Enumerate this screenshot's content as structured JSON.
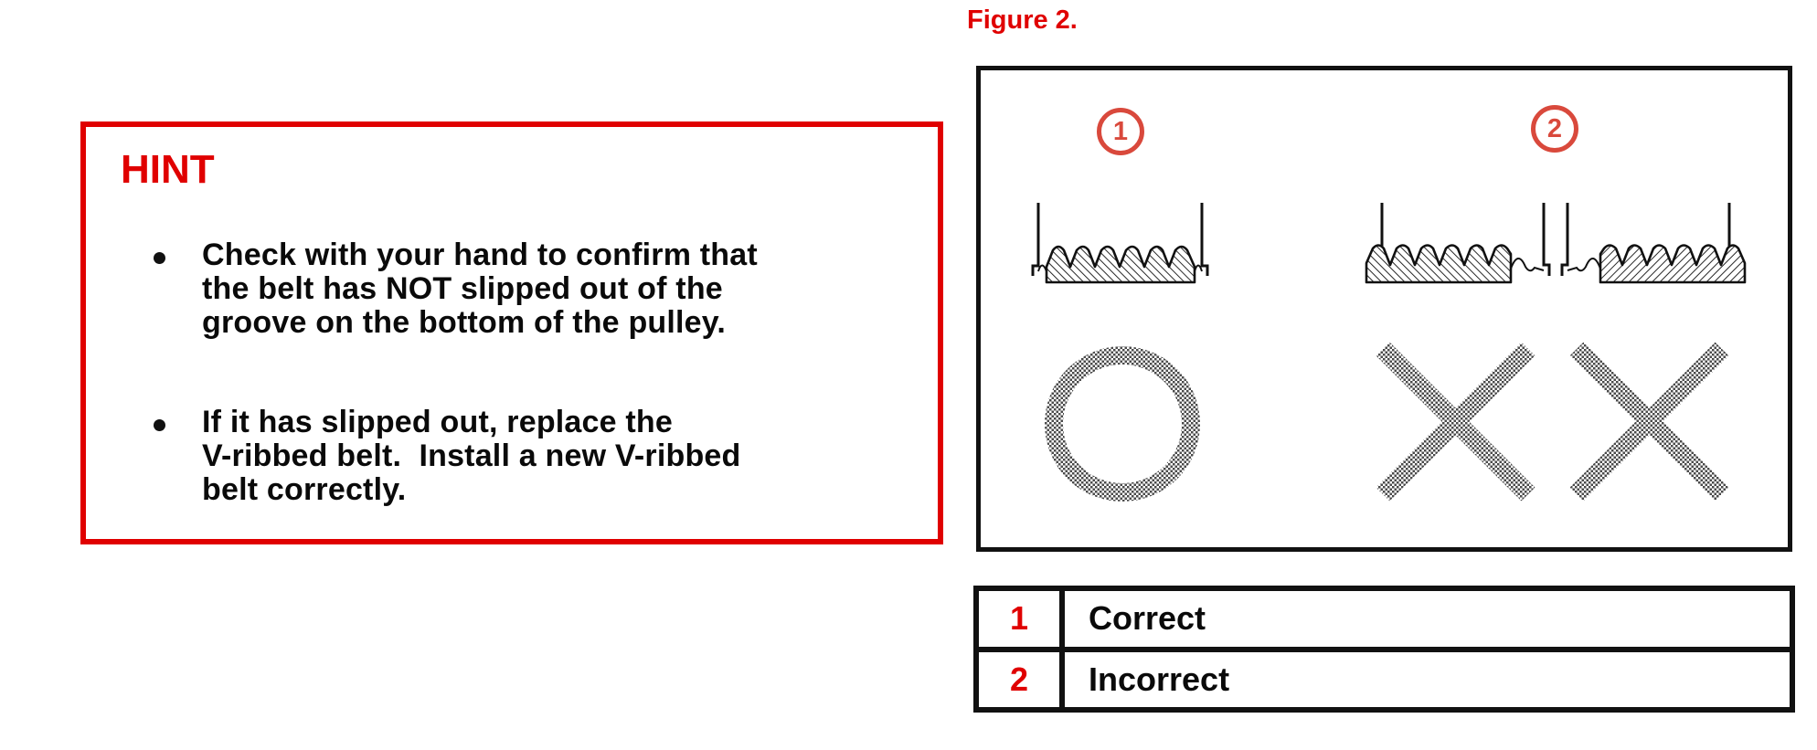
{
  "colors": {
    "red": "#e00000",
    "callout_red": "#d9493c",
    "line_black": "#111111",
    "halftone_gray": "#4a4a4a"
  },
  "hint_box": {
    "title": "HINT",
    "bullets": [
      {
        "lines": [
          "Check with your hand to confirm that",
          "the belt has NOT slipped out of the",
          "groove on the bottom of the pulley."
        ]
      },
      {
        "lines": [
          "If it has slipped out, replace the",
          "V-ribbed belt.  Install a new V-ribbed",
          "belt correctly."
        ]
      }
    ]
  },
  "figure": {
    "label": "Figure 2.",
    "callouts": [
      "1",
      "2"
    ],
    "correct_mark": "circle-outline-symbol",
    "incorrect_mark": "x-cross-symbol"
  },
  "legend_table": {
    "rows": [
      {
        "key": "1",
        "value": "Correct"
      },
      {
        "key": "2",
        "value": "Incorrect"
      }
    ]
  }
}
